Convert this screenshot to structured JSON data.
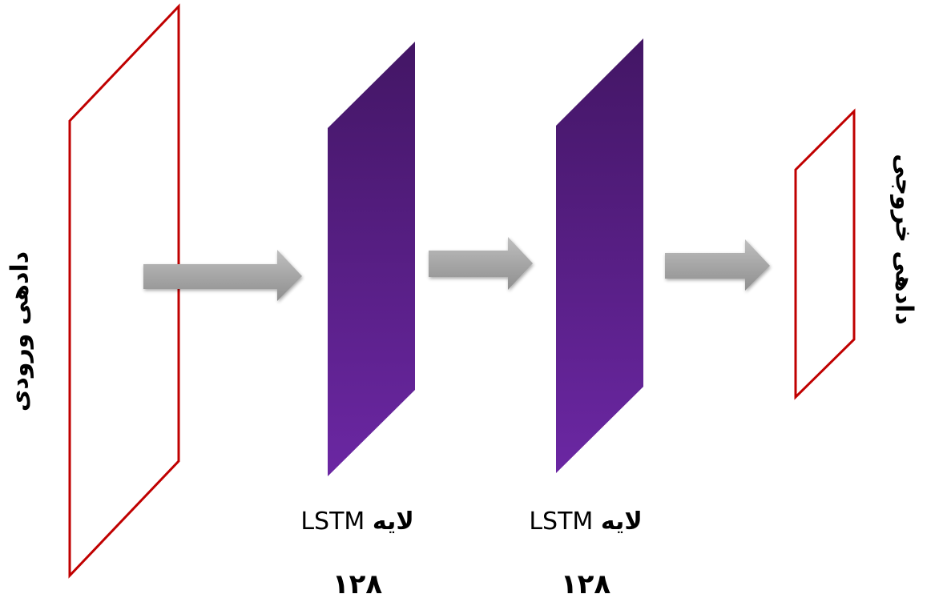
{
  "input": {
    "label": "دادهی ورودی",
    "border_color": "#C00000"
  },
  "layers": [
    {
      "name": "LSTM",
      "label_prefix": "لایه",
      "units": "۱۲۸",
      "color_top": "#431665",
      "color_bottom": "#6b27a3"
    },
    {
      "name": "LSTM",
      "label_prefix": "لایه",
      "units": "۱۲۸",
      "color_top": "#431665",
      "color_bottom": "#6b27a3"
    }
  ],
  "output": {
    "label": "دادهی خروجی",
    "border_color": "#C00000"
  },
  "arrows": {
    "color": "#a6a6a6",
    "count": 3
  }
}
